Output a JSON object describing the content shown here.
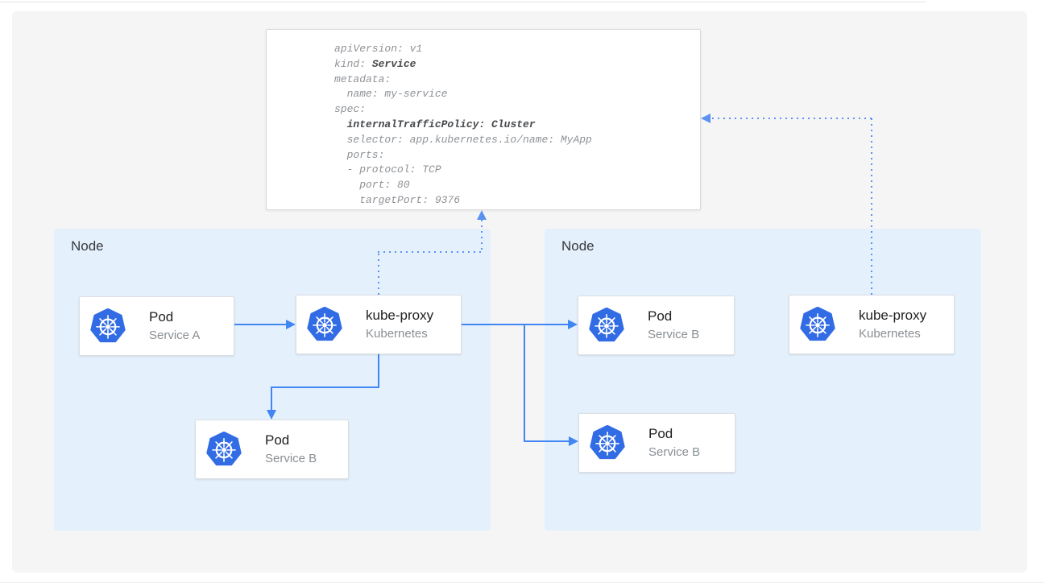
{
  "colors": {
    "accent_blue": "#4285f4",
    "dotted_blue": "#5b92f2",
    "node_bg": "#e4f0fc",
    "canvas_bg": "#f5f5f6",
    "card_border": "#dcdfe3",
    "yaml_border": "#d9d9d9",
    "title_text": "#212121",
    "subtitle_text": "#8a8f94",
    "node_label_text": "#37393b",
    "yaml_regular": "#8e9297",
    "yaml_bold": "#47494c",
    "k8s_blue": "#326ce5",
    "top_line": "#e3e3e3"
  },
  "yaml": {
    "lines": [
      [
        {
          "t": "apiVersion: v1"
        }
      ],
      [
        {
          "t": "kind: "
        },
        {
          "t": "Service",
          "b": true
        }
      ],
      [
        {
          "t": "metadata:"
        }
      ],
      [
        {
          "t": "  name: my-service"
        }
      ],
      [
        {
          "t": "spec:"
        }
      ],
      [
        {
          "t": "  "
        },
        {
          "t": "internalTrafficPolicy: Cluster",
          "b": true
        }
      ],
      [
        {
          "t": "  selector: app.kubernetes.io/name: MyApp"
        }
      ],
      [
        {
          "t": "  ports:"
        }
      ],
      [
        {
          "t": "  - protocol: TCP"
        }
      ],
      [
        {
          "t": "    port: 80"
        }
      ],
      [
        {
          "t": "    targetPort: 9376"
        }
      ]
    ]
  },
  "nodes": {
    "left": {
      "label": "Node"
    },
    "right": {
      "label": "Node"
    }
  },
  "cards": [
    {
      "id": "pod-service-a",
      "title": "Pod",
      "subtitle": "Service A"
    },
    {
      "id": "kube-proxy-left",
      "title": "kube-proxy",
      "subtitle": "Kubernetes"
    },
    {
      "id": "pod-service-b-left",
      "title": "Pod",
      "subtitle": "Service B"
    },
    {
      "id": "pod-service-b-right-top",
      "title": "Pod",
      "subtitle": "Service B"
    },
    {
      "id": "pod-service-b-right-bottom",
      "title": "Pod",
      "subtitle": "Service B"
    },
    {
      "id": "kube-proxy-right",
      "title": "kube-proxy",
      "subtitle": "Kubernetes"
    }
  ],
  "icons": {
    "kubernetes": "kubernetes-helm-icon"
  }
}
